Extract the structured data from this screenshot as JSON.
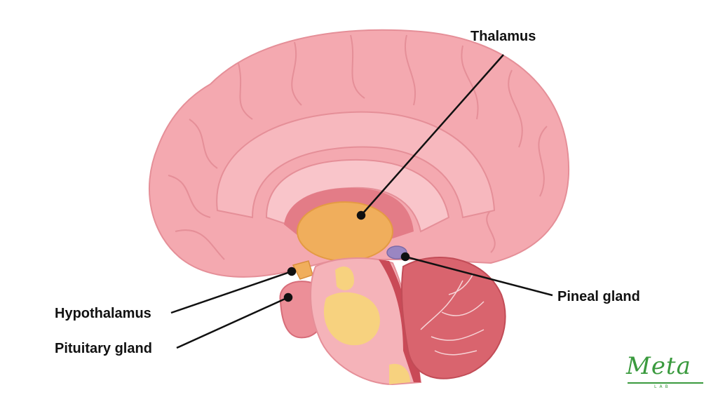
{
  "labels": {
    "thalamus": "Thalamus",
    "pineal_gland": "Pineal gland",
    "hypothalamus": "Hypothalamus",
    "pituitary_gland": "Pituitary gland"
  },
  "logo": {
    "word": "Meta",
    "sub": "LAB"
  },
  "colors": {
    "brain": "#f3a6ad",
    "brain_dark": "#e48a93",
    "thalamus": "#f0ae5c",
    "pineal": "#9a86c2",
    "cerebellum": "#d9646e",
    "brainstem_yellow": "#f7d27f",
    "logo": "#3a9a3e"
  }
}
